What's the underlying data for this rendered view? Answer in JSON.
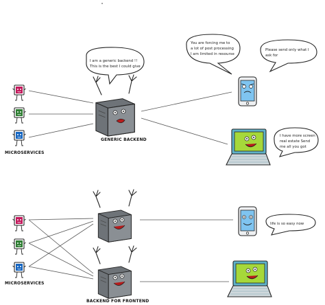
{
  "sections": {
    "top": {
      "left_label": "MICROSERVICES",
      "server_label": "GENERIC BACKEND",
      "server_bubble": [
        "I am a generic backend !!",
        "This is the best I could give"
      ],
      "phone_bubble": [
        "You are forcing me to",
        "a lot of post processing",
        "I am limited in resourse"
      ],
      "phone_bubble_2": [
        "Please send only what I",
        "ask for"
      ],
      "laptop_bubble": [
        "I have more screen",
        "real estate Send",
        "me all you got"
      ]
    },
    "bottom": {
      "left_label": "MICROSERVICES",
      "server_label": "BACKEND FOR FRONTEND",
      "phone_bubble": [
        "life is so easy now"
      ]
    }
  },
  "icons": {
    "microservice_colors": [
      "#c2185b",
      "#2e7d32",
      "#1565c0"
    ],
    "server_color": "#6e7378",
    "phone_screen_color": "#7fc4f0",
    "laptop_screen_color": "#a6d83a"
  }
}
